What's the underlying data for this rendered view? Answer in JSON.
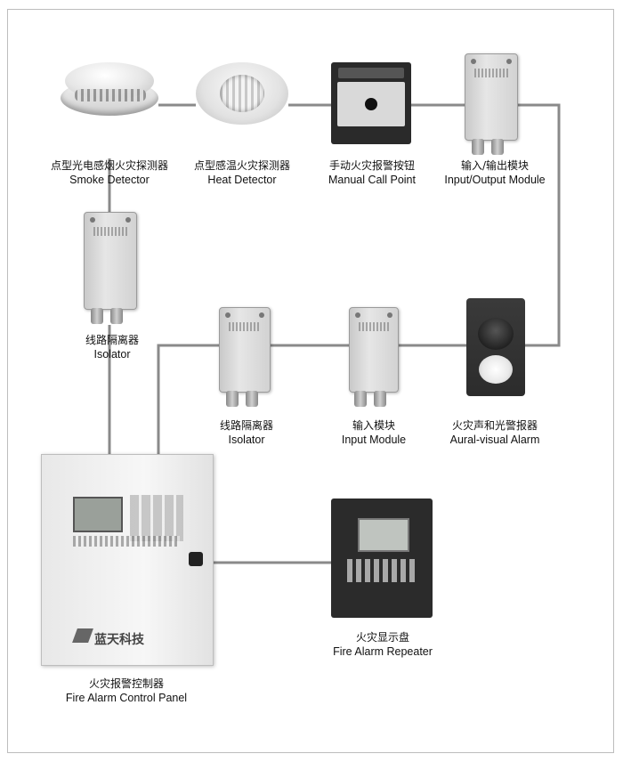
{
  "devices": {
    "smoke": {
      "cn": "点型光电感烟火灾探测器",
      "en": "Smoke Detector"
    },
    "heat": {
      "cn": "点型感温火灾探测器",
      "en": "Heat Detector"
    },
    "mcp": {
      "cn": "手动火灾报警按钮",
      "en": "Manual Call Point"
    },
    "io": {
      "cn": "输入/输出模块",
      "en": "Input/Output Module"
    },
    "isolator_top": {
      "cn": "线路隔离器",
      "en": "Isolator"
    },
    "isolator_mid": {
      "cn": "线路隔离器",
      "en": "Isolator"
    },
    "input": {
      "cn": "输入模块",
      "en": "Input Module"
    },
    "alarm": {
      "cn": "火灾声和光警报器",
      "en": "Aural-visual Alarm"
    },
    "panel": {
      "cn": "火灾报警控制器",
      "en": "Fire Alarm Control Panel"
    },
    "repeater": {
      "cn": "火灾显示盘",
      "en": "Fire Alarm Repeater"
    }
  },
  "panel_brand": "蓝天科技",
  "colors": {
    "wire": "#8a8a8a",
    "frame": "#bdbdbd"
  }
}
